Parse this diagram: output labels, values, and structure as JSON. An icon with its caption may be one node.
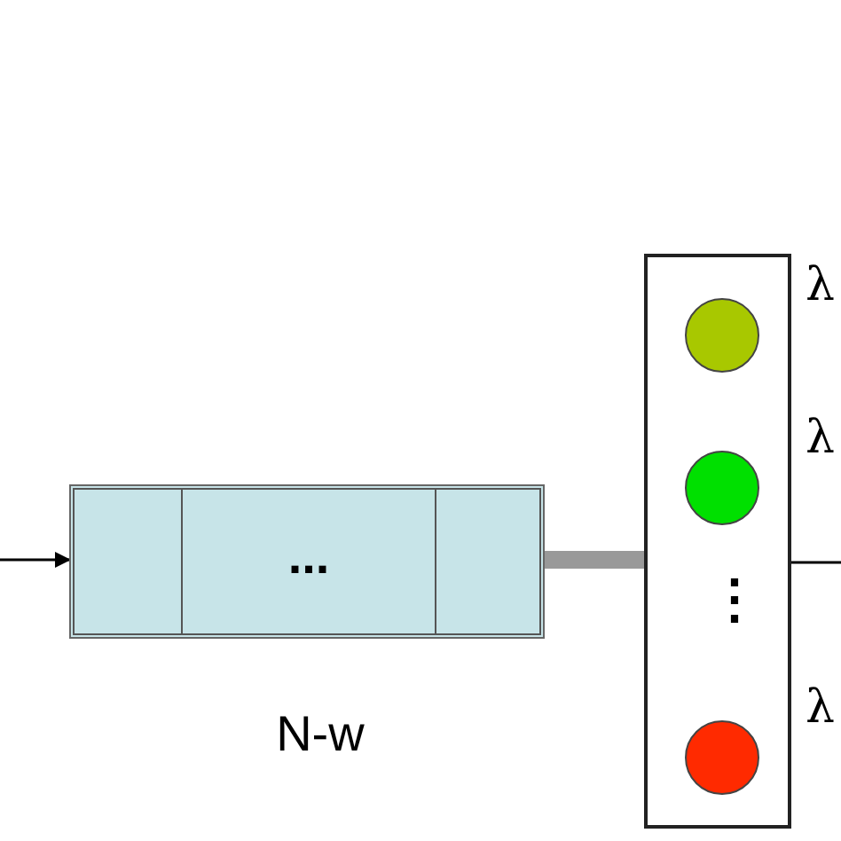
{
  "diagram": {
    "nodes": [
      {
        "text": [],
        "shape": "box",
        "beside": [
          "N-w"
        ]
      },
      {
        "text": [],
        "shape": "box",
        "in": 0
      },
      {
        "text": [
          "..."
        ],
        "in": 0
      },
      {
        "text": [],
        "shape": "box",
        "in": 0
      },
      {
        "text": [],
        "shape": "box"
      },
      {
        "text": [],
        "shape": "circle",
        "in": 4,
        "beside": [
          "λ"
        ]
      },
      {
        "text": [],
        "shape": "circle",
        "in": 4,
        "beside": [
          "λ"
        ]
      },
      {
        "text": [],
        "shape": "circle",
        "in": 4,
        "beside": [
          "λ"
        ]
      }
    ],
    "edges": [
      {
        "from": null,
        "to": 1,
        "arrow": "to"
      },
      {
        "from": 3,
        "to": 4,
        "arrow": "none",
        "style": "thick",
        "color": "#999999"
      },
      {
        "from": 4,
        "to": null,
        "arrow": "none"
      }
    ],
    "labels": [
      "⋮"
    ]
  }
}
